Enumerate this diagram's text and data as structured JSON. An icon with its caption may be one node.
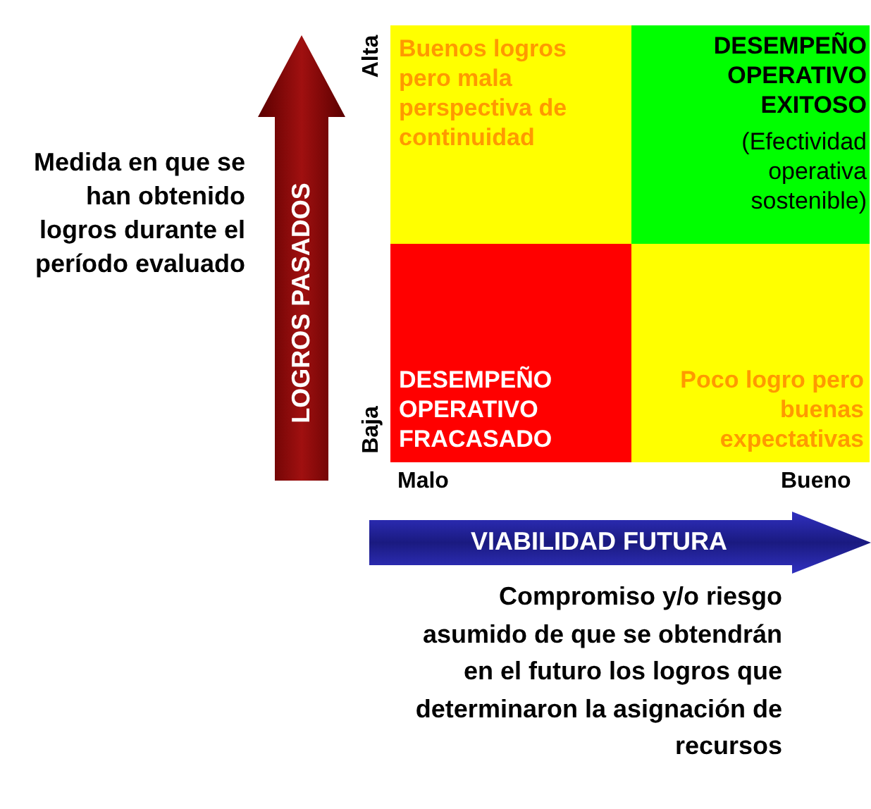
{
  "diagram": {
    "nodes": [
      {
        "text": [
          "LOGROS PASADOS"
        ]
      },
      {
        "text": [
          "Buenos logros pero mala perspectiva de continuidad"
        ]
      },
      {
        "text": [
          "DESEMPEÑO OPERATIVO EXITOSO",
          "(Efectividad operativa sostenible)"
        ]
      },
      {
        "text": [
          "DESEMPEÑO OPERATIVO FRACASADO"
        ]
      },
      {
        "text": [
          "Poco logro pero buenas expectativas"
        ]
      },
      {
        "text": [
          "VIABILIDAD FUTURA"
        ]
      }
    ],
    "edges": [],
    "labels": [
      "Alta",
      "Medida en que se han obtenido logros durante el período evaluado",
      "Baja",
      "Malo",
      "Bueno",
      "Compromiso y/o riesgo asumido de que se obtendrán en el futuro los logros que determinaron la asignación de recursos"
    ]
  }
}
